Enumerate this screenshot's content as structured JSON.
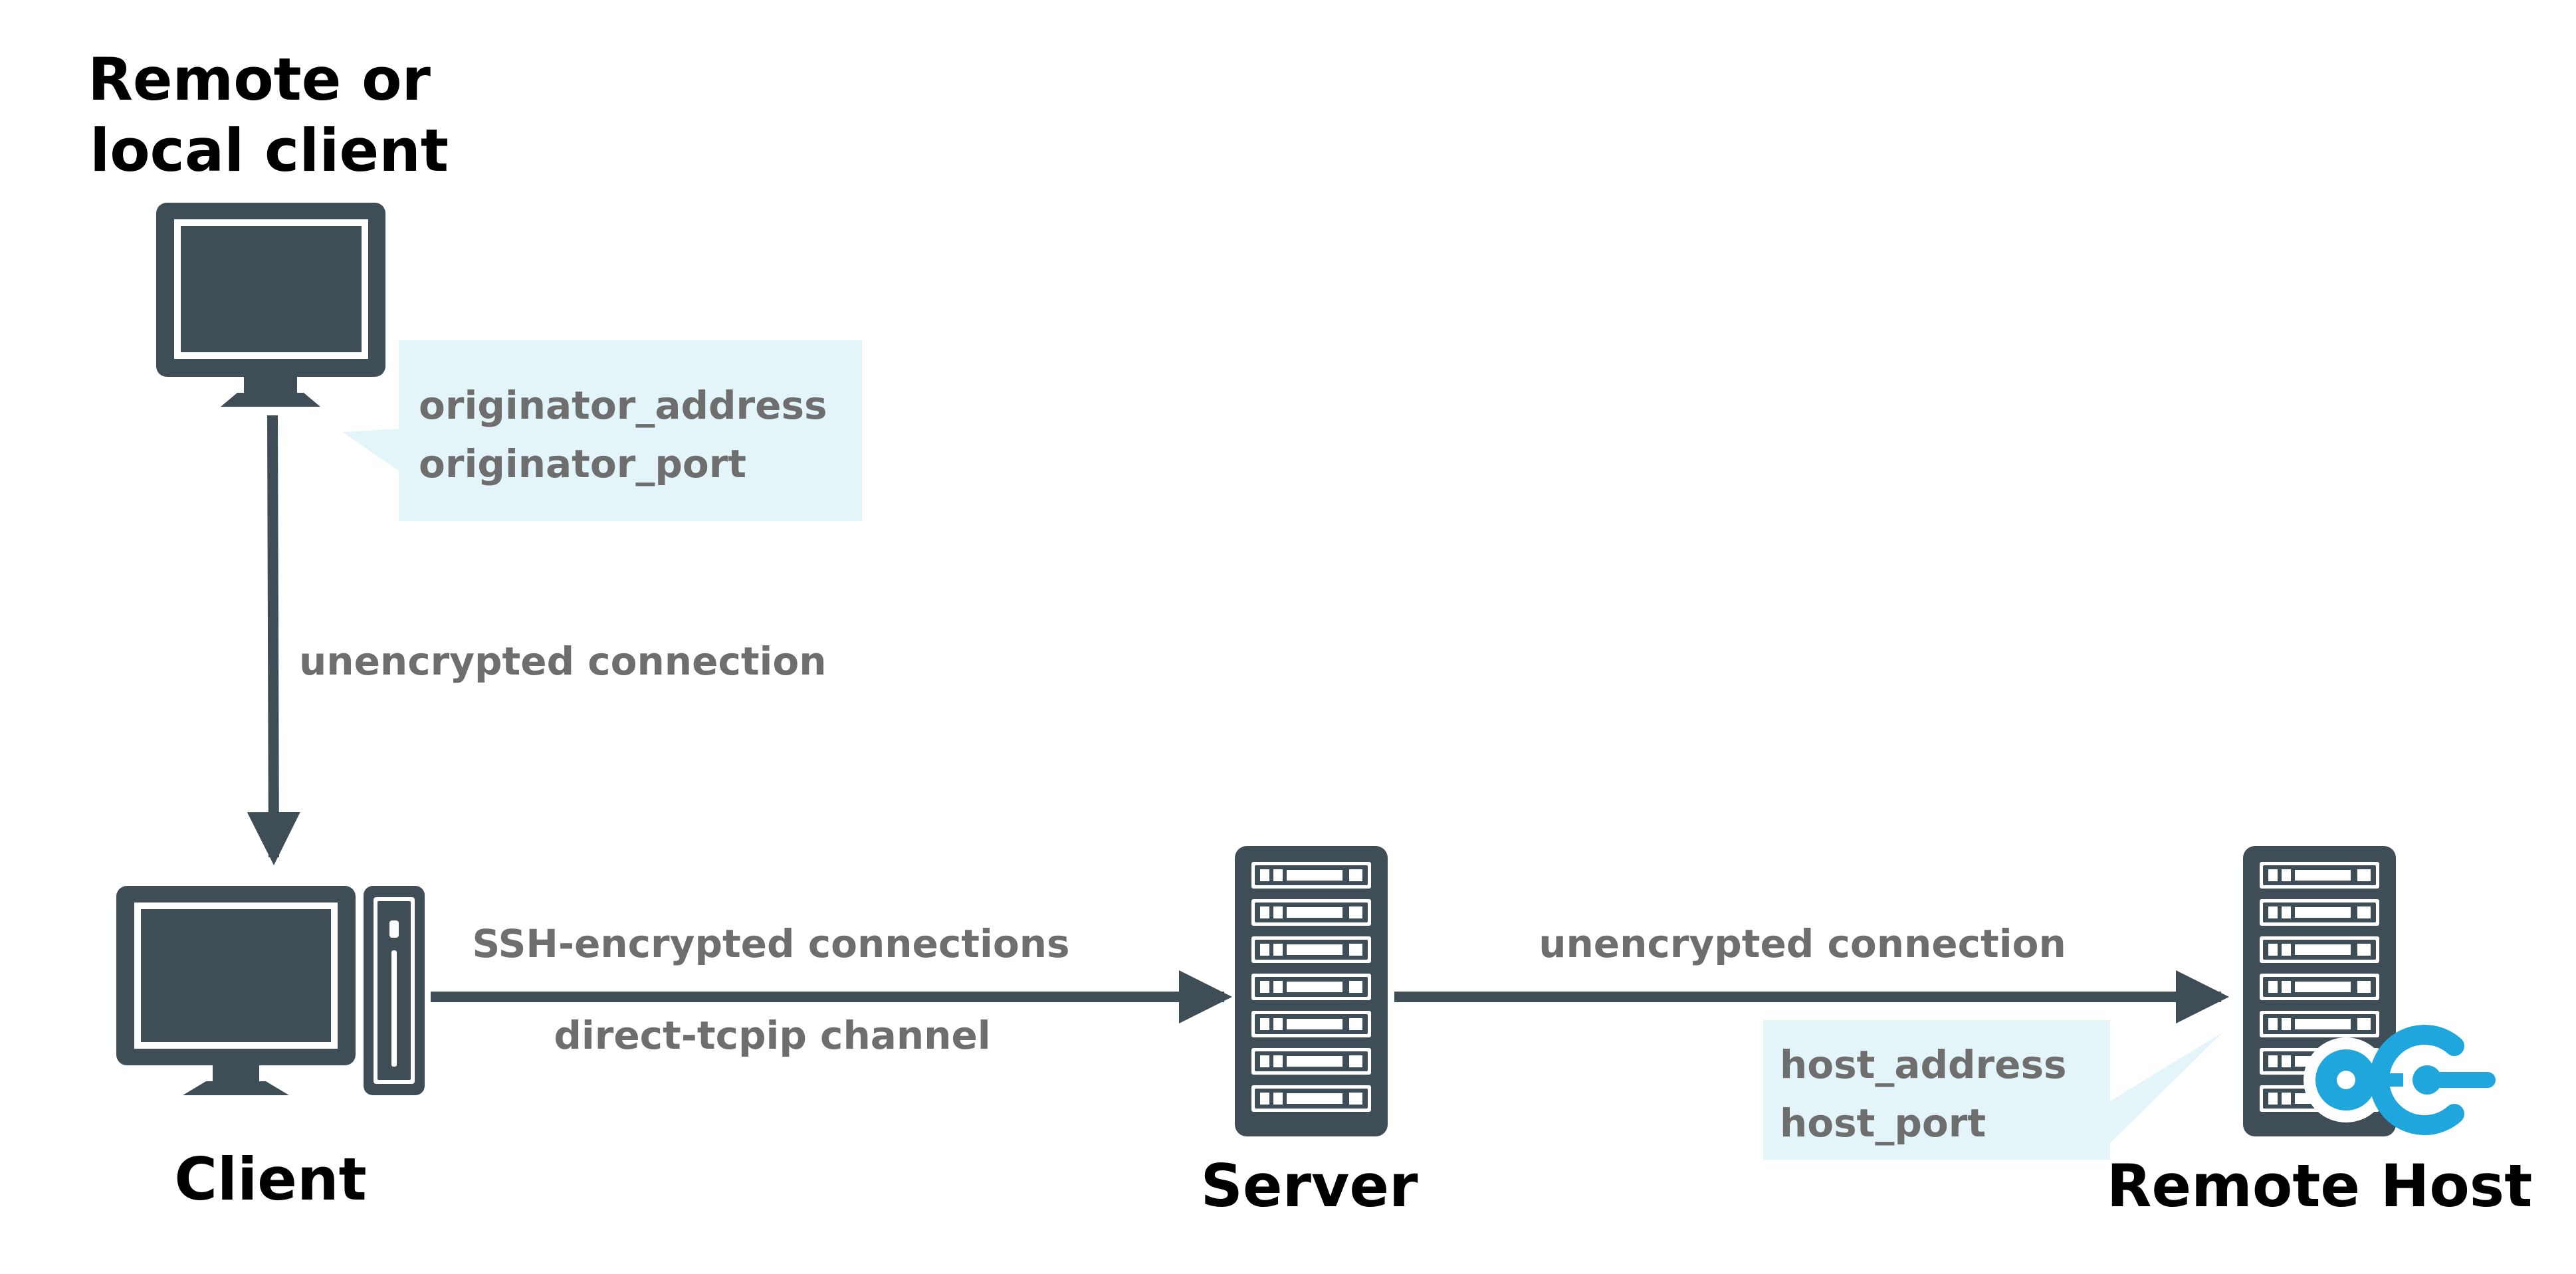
{
  "colors": {
    "device": "#3f4d57",
    "callout_bg": "#e4f5fa",
    "accent": "#1ea6dd",
    "title_text": "#000000",
    "label_text": "#6e6e6e"
  },
  "nodes": {
    "originator": {
      "title_line1": "Remote or",
      "title_line2": "local client",
      "icon": "monitor-icon"
    },
    "client": {
      "title": "Client",
      "icon": "desktop-computer-icon"
    },
    "server": {
      "title": "Server",
      "icon": "server-rack-icon"
    },
    "remote_host": {
      "title": "Remote Host",
      "icon": "server-rack-icon",
      "badge_icon": "port-connector-icon"
    }
  },
  "edges": {
    "originator_to_client": {
      "label": "unencrypted connection"
    },
    "client_to_server": {
      "label_top": "SSH-encrypted connections",
      "label_bottom": "direct-tcpip channel"
    },
    "server_to_remote": {
      "label": "unencrypted connection"
    }
  },
  "callouts": {
    "originator": {
      "line1": "originator_address",
      "line2": "originator_port"
    },
    "host": {
      "line1": "host_address",
      "line2": "host_port"
    }
  }
}
